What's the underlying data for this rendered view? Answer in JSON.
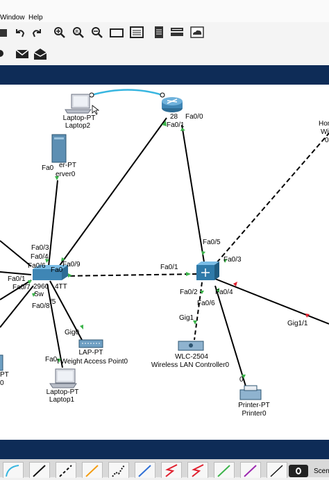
{
  "menu": {
    "window": "Window",
    "help": "Help"
  },
  "toolbar": {
    "buttons": [
      "open-icon",
      "undo-icon",
      "redo-icon",
      "zoom-in-icon",
      "zoom-reset-icon",
      "zoom-out-icon",
      "rectangle-icon",
      "palette-icon",
      "notes-icon",
      "network-info-icon",
      "cloud-icon"
    ],
    "row2": [
      "inspect-icon",
      "pdu-simple-icon",
      "pdu-complex-icon"
    ]
  },
  "devices": {
    "laptop2": {
      "type": "Laptop-PT",
      "name": "Laptop2"
    },
    "router": {
      "label": "28",
      "port_a": "Fa0/0",
      "port_b": "Fa0/1"
    },
    "server0": {
      "port": "Fa0",
      "type": "er-PT",
      "name": "erver0"
    },
    "home": {
      "line1": "Hon",
      "line2": "Wi",
      "line3": "0"
    },
    "switch2960": {
      "model": "2960",
      "model_suffix": "4TT",
      "left_text": "Sw",
      "ports": [
        "Fa0/3",
        "Fa0/4",
        "Fa0/6",
        "Fa0/9",
        "Fa0/1",
        "Fa0/7",
        "Fa0",
        "/5",
        "Fa0/8"
      ]
    },
    "multilayer": {
      "ports": [
        "Fa0/5",
        "Fa0/3",
        "Fa0/1",
        "Fa0/2",
        "Fa0/4",
        "Fa0/6"
      ]
    },
    "ap": {
      "port": "Gig0",
      "type": "LAP-PT",
      "name": "t Weight Access Point0",
      "port_left": "Fa0"
    },
    "wlc": {
      "port": "Gig1",
      "name_line1": "WLC-2504",
      "name_line2": "Wireless LAN Controller0"
    },
    "laptop1": {
      "type": "Laptop-PT",
      "name": "Laptop1"
    },
    "printer": {
      "port": "0",
      "type": "Printer-PT",
      "name": "Printer0"
    },
    "gig_label": "Gig1/1",
    "left_pc": {
      "line1": "PT",
      "line2": "0"
    }
  },
  "bottom": {
    "scenario_label": "Scen"
  },
  "colors": {
    "navy": "#0e2c57",
    "link": "#000000",
    "up": "#3cb44b",
    "down": "#e0202e",
    "console": "#38b6e0"
  }
}
